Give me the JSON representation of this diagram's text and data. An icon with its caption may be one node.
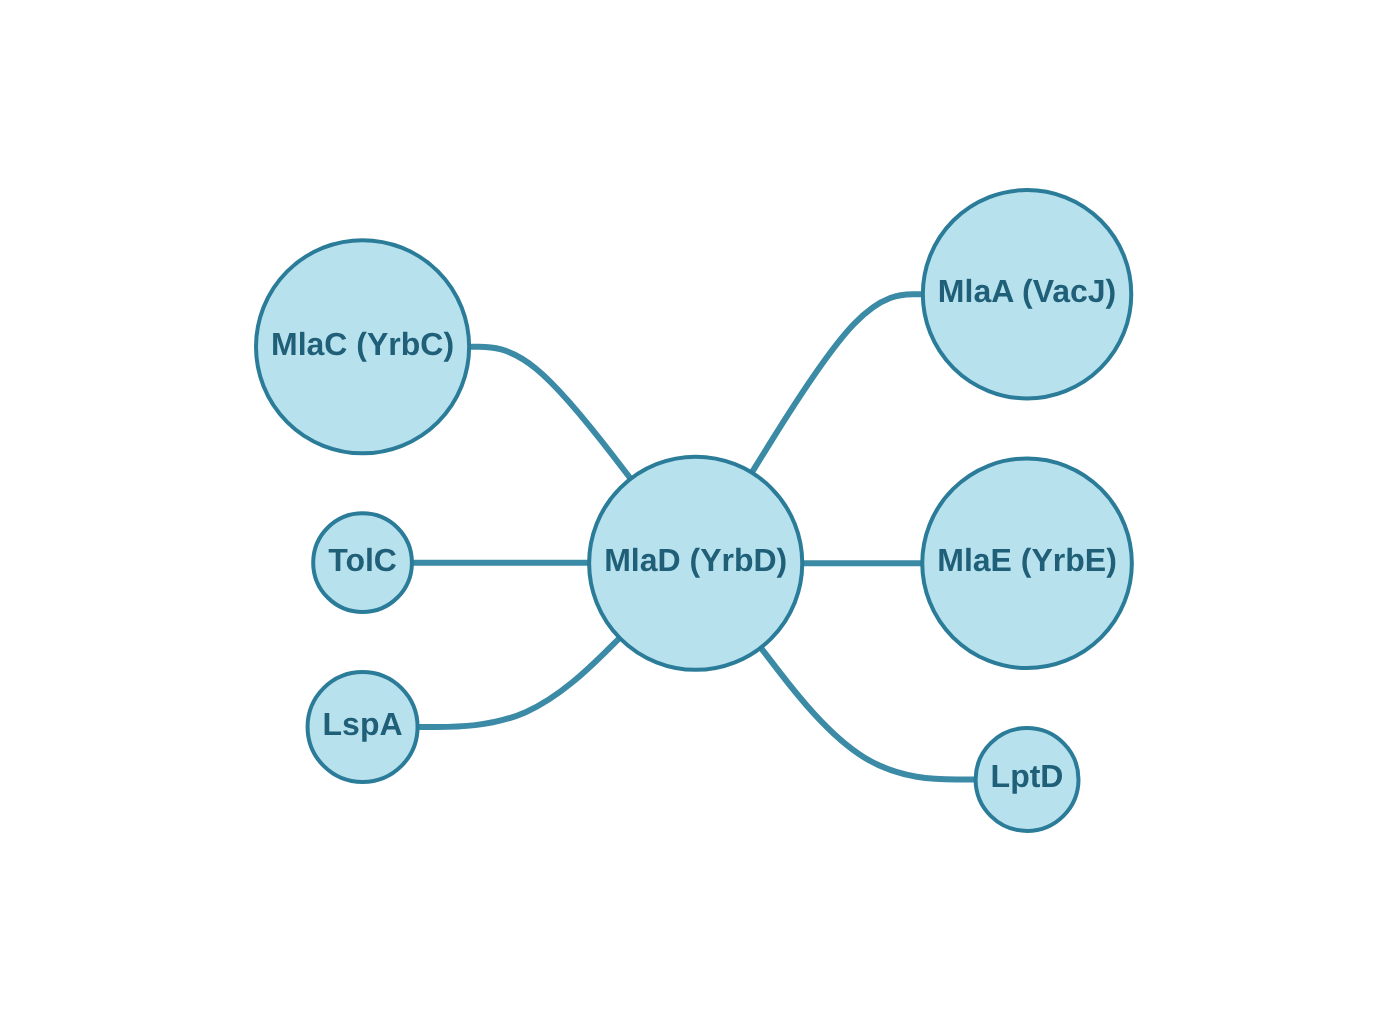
{
  "diagram": {
    "nodes": [
      {
        "text": [
          "MlaA (VacJ)"
        ]
      },
      {
        "text": [
          "MlaC (YrbC)"
        ]
      },
      {
        "text": [
          "MlaE (YrbE)"
        ]
      },
      {
        "text": [
          "MlaD (YrbD)"
        ]
      },
      {
        "text": [
          "TolC"
        ]
      },
      {
        "text": [
          "LptD"
        ]
      },
      {
        "text": [
          "LspA"
        ]
      }
    ],
    "edges": [
      {
        "from": 3,
        "to": 1,
        "arrow": "none"
      },
      {
        "from": 3,
        "to": 0,
        "arrow": "none"
      },
      {
        "from": 3,
        "to": 2,
        "arrow": "none"
      },
      {
        "from": 3,
        "to": 4,
        "arrow": "none"
      },
      {
        "from": 3,
        "to": 5,
        "arrow": "none"
      },
      {
        "from": 3,
        "to": 6,
        "arrow": "none"
      }
    ]
  }
}
